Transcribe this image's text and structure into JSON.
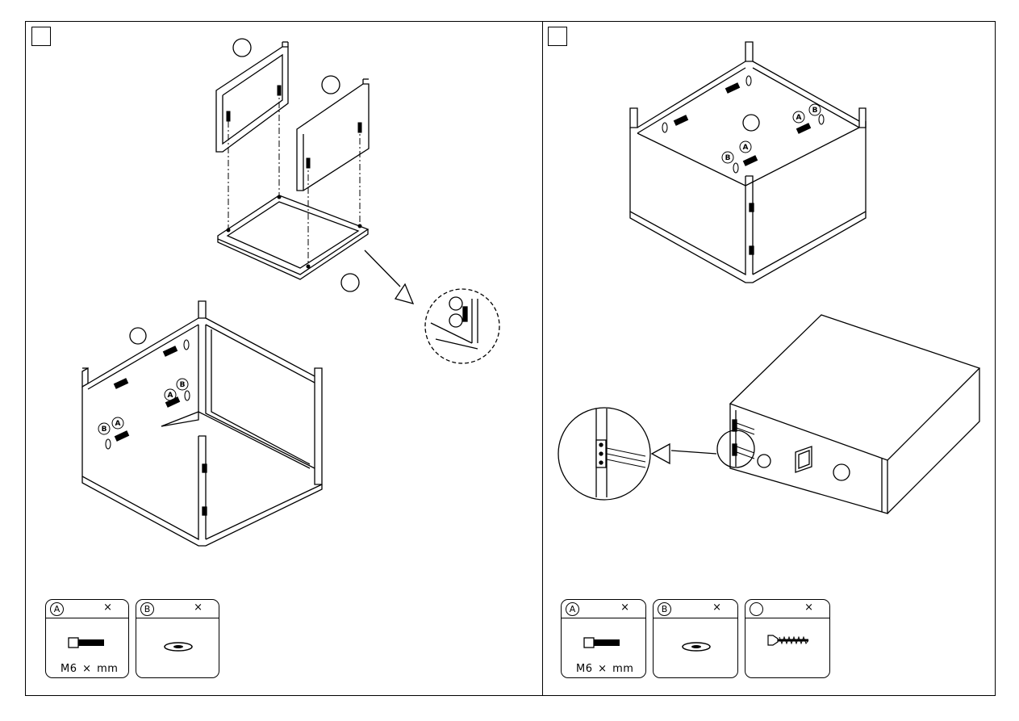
{
  "left_step": {
    "hardware": [
      {
        "letter": "A",
        "qty": "×",
        "spec": "M6 ×    mm",
        "icon": "bolt-icon"
      },
      {
        "letter": "B",
        "qty": "×",
        "spec": "",
        "icon": "washer-icon"
      }
    ],
    "callouts": [
      "A",
      "B",
      "B",
      "A"
    ]
  },
  "right_step": {
    "hardware": [
      {
        "letter": "A",
        "qty": "×",
        "spec": "M6 ×    mm",
        "icon": "bolt-icon"
      },
      {
        "letter": "B",
        "qty": "×",
        "spec": "",
        "icon": "washer-icon"
      },
      {
        "letter": "",
        "qty": "×",
        "spec": "",
        "icon": "screw-icon"
      }
    ],
    "callouts": [
      "A",
      "B",
      "B",
      "A"
    ]
  }
}
